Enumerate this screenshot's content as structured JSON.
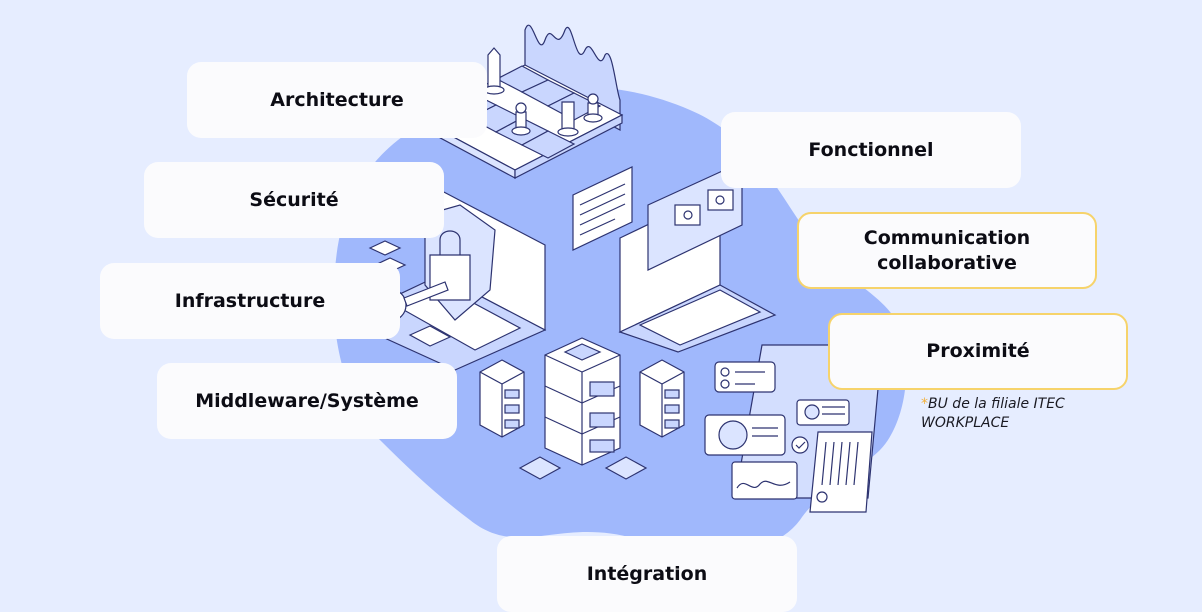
{
  "diagram": {
    "colors": {
      "background": "#e6edff",
      "blob": "#a0b8fc",
      "card": "#fbfbfd",
      "highlight_border": "#f6d36b",
      "line": "#2d3370",
      "panel_fill": "#d3defe"
    },
    "cards": {
      "architecture": "Architecture",
      "securite": "Sécurité",
      "infrastructure": "Infrastructure",
      "middleware": "Middleware/Système",
      "fonctionnel": "Fonctionnel",
      "communication": "Communication collaborative",
      "proximite": "Proximité",
      "integration": "Intégration"
    },
    "footnote": {
      "marker": "*",
      "text": "BU de la filiale ITEC WORKPLACE"
    },
    "illustrations": [
      "chessboard-icon",
      "laptop-security-icon",
      "code-window-icon",
      "laptop-dashboard-icon",
      "server-stack-icon",
      "analytics-dashboard-icon"
    ]
  }
}
